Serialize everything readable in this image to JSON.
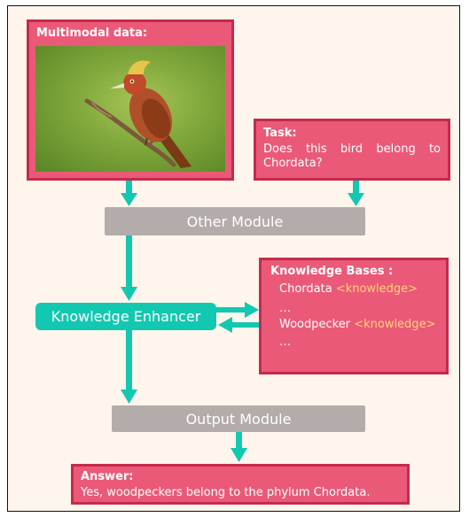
{
  "multimodal": {
    "label": "Multimodal data:",
    "image": "bird-photo-woodpecker"
  },
  "task": {
    "label": "Task:",
    "text": "Does this bird belong to Chordata?"
  },
  "other_module": {
    "label": "Other Module"
  },
  "knowledge_enhancer": {
    "label": "Knowledge Enhancer"
  },
  "knowledge_bases": {
    "label": "Knowledge Bases :",
    "items": [
      {
        "name": "Chordata",
        "tag": "<knowledge>"
      },
      {
        "name": "…",
        "tag": ""
      },
      {
        "name": "Woodpecker",
        "tag": "<knowledge>"
      },
      {
        "name": "…",
        "tag": ""
      }
    ]
  },
  "output_module": {
    "label": "Output Module"
  },
  "answer": {
    "label": "Answer:",
    "text": "Yes, woodpeckers belong to the phylum Chordata."
  },
  "colors": {
    "frame_bg": "#fef5ec",
    "pink": "#ea5a78",
    "pink_border": "#c52a4c",
    "teal": "#13c8b0",
    "gray": "#b3acaa",
    "keyword": "#ffd27a"
  }
}
